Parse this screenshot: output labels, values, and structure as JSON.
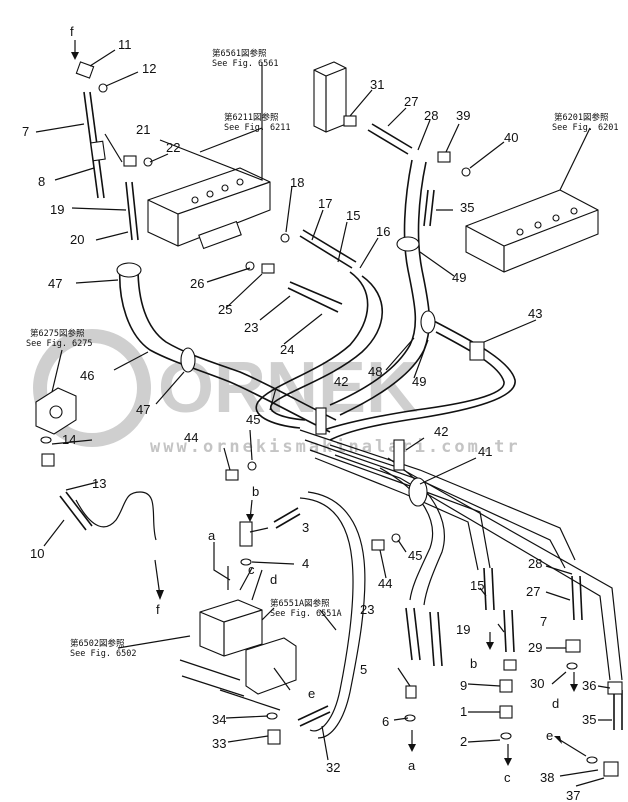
{
  "watermark": {
    "logo": "ORNEK",
    "url": "www.ornekismakinalari.com.tr"
  },
  "references": {
    "fig6561_a": "第6561図参照",
    "fig6561_b": "See Fig. 6561",
    "fig6211_a": "第6211図参照",
    "fig6211_b": "See Fig. 6211",
    "fig6201_a": "第6201図参照",
    "fig6201_b": "See Fig. 6201",
    "fig6275_a": "第6275図参照",
    "fig6275_b": "See Fig. 6275",
    "fig6551a_a": "第6551A図参照",
    "fig6551a_b": "See Fig. 6551A",
    "fig6502_a": "第6502図参照",
    "fig6502_b": "See Fig. 6502"
  },
  "callouts": {
    "c1": "1",
    "c2": "2",
    "c3": "3",
    "c4": "4",
    "c5": "5",
    "c6": "6",
    "c7": "7",
    "c7b": "7",
    "c8": "8",
    "c9": "9",
    "c10": "10",
    "c11": "11",
    "c12": "12",
    "c13": "13",
    "c14": "14",
    "c15": "15",
    "c15b": "15",
    "c16": "16",
    "c17": "17",
    "c18": "18",
    "c19": "19",
    "c19b": "19",
    "c20": "20",
    "c21": "21",
    "c22": "22",
    "c23": "23",
    "c23b": "23",
    "c24": "24",
    "c25": "25",
    "c26": "26",
    "c27": "27",
    "c27b": "27",
    "c28": "28",
    "c28b": "28",
    "c29": "29",
    "c30": "30",
    "c31": "31",
    "c32": "32",
    "c33": "33",
    "c34": "34",
    "c35": "35",
    "c35b": "35",
    "c36": "36",
    "c37": "37",
    "c38": "38",
    "c39": "39",
    "c40": "40",
    "c41": "41",
    "c42": "42",
    "c42b": "42",
    "c43": "43",
    "c44": "44",
    "c44b": "44",
    "c45": "45",
    "c45b": "45",
    "c46": "46",
    "c47": "47",
    "c47b": "47",
    "c48": "48",
    "c49": "49",
    "c49b": "49"
  },
  "connection_letters": {
    "f_top": "f",
    "f_bottom": "f",
    "a_mid": "a",
    "a_bottom": "a",
    "b_mid": "b",
    "b_bottom": "b",
    "c_mid": "c",
    "c_bottom": "c",
    "d_mid": "d",
    "d_bottom": "d",
    "e_mid": "e",
    "e_bottom": "e"
  }
}
